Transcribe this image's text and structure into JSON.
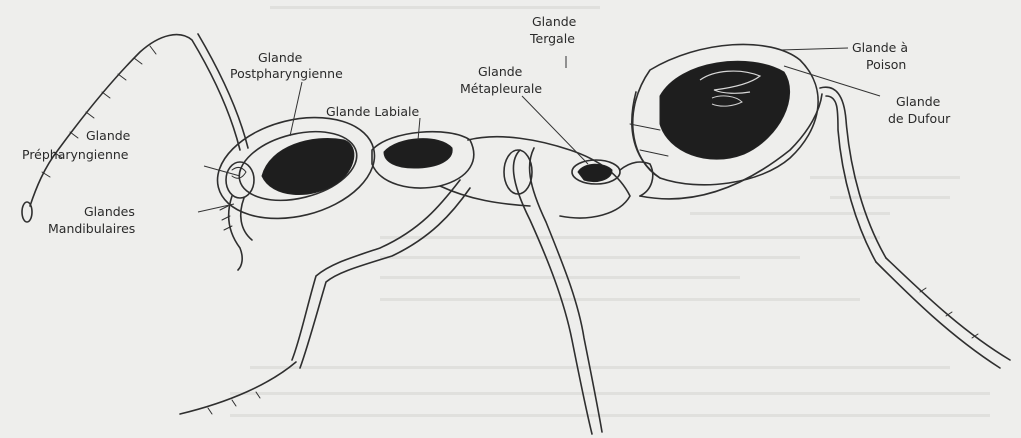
{
  "labels": {
    "tergale_1": "Glande",
    "tergale_2": "Tergale",
    "poison_1": "Glande à",
    "poison_2": "Poison",
    "postphar_1": "Glande",
    "postphar_2": "Postpharyngienne",
    "metapleurale_1": "Glande",
    "metapleurale_2": "Métapleurale",
    "dufour_1": "Glande",
    "dufour_2": "de Dufour",
    "labiale": "Glande Labiale",
    "prephar_1": "Glande",
    "prephar_2": "Prépharyngienne",
    "mandib_1": "Glandes",
    "mandib_2": "Mandibulaires"
  }
}
